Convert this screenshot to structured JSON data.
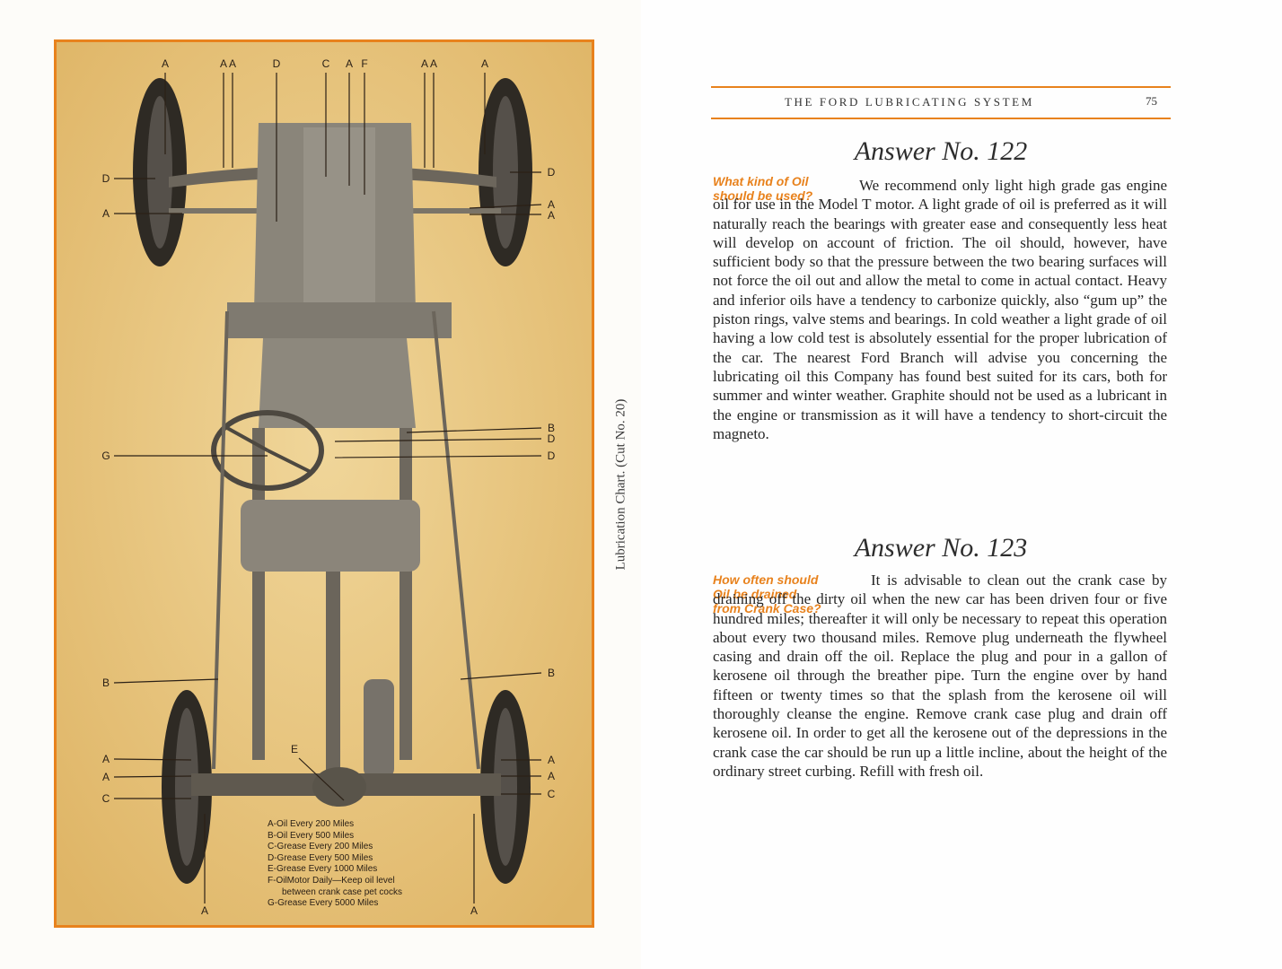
{
  "left_page": {
    "chart": {
      "top_labels": [
        "A",
        "A A",
        "D",
        "C",
        "A",
        "F",
        "A A",
        "A"
      ],
      "left_labels": [
        "D",
        "A",
        "G",
        "B",
        "A",
        "A",
        "C"
      ],
      "right_labels": [
        "D",
        "A",
        "A",
        "B",
        "D",
        "D",
        "B",
        "A",
        "A",
        "C"
      ],
      "bottom_labels": [
        "A",
        "A"
      ],
      "callout_E": "E",
      "legend": [
        "A-Oil Every 200 Miles",
        "B-Oil Every 500 Miles",
        "C-Grease Every 200 Miles",
        "D-Grease Every 500 Miles",
        "E-Grease Every 1000 Miles",
        "F-OilMotor Daily—Keep oil level",
        "between crank case pet cocks",
        "G-Grease Every 5000 Miles"
      ]
    },
    "side_caption": "Lubrication Chart.   (Cut No. 20)"
  },
  "right_page": {
    "running_head": "THE FORD LUBRICATING SYSTEM",
    "page_number": "75",
    "answers": [
      {
        "title": "Answer No. 122",
        "side_question": [
          "What kind of Oil",
          "should be used?"
        ],
        "text": "We recommend only light high grade gas engine oil for use in the Model T motor.  A light grade of oil is preferred as it will naturally reach the bearings with greater ease and consequently less heat will develop on account of friction.  The oil should, however, have sufficient body so that the pressure between the two bearing surfaces will not force the oil out and allow the metal to come in actual contact.  Heavy and inferior oils have a tendency to carbonize quickly, also “gum up” the piston rings, valve stems and bearings.  In cold weather a light grade of oil having a low cold test is absolutely essential for the proper lubrication of the car.  The nearest Ford Branch will advise you concerning the lubricating oil this Company has found best suited for its cars, both for summer and winter weather.  Graphite should not be used as a lubricant in the engine or transmission as it will have a tendency to short-circuit the magneto."
      },
      {
        "title": "Answer No. 123",
        "side_question": [
          "How often should",
          "Oil be drained",
          "from Crank Case?"
        ],
        "text": "It is advisable to clean out the crank case by draining off the dirty oil when the new car has been driven four or five hundred miles; thereafter it will only be necessary to repeat this operation about every two thousand miles.  Remove plug underneath the flywheel casing and drain off the oil.  Replace the plug and pour in a gallon of kerosene oil through the breather pipe.  Turn the engine over by hand fifteen or twenty times so that the splash from the kerosene oil will thoroughly cleanse the engine.  Remove crank case plug and drain off kerosene oil.  In order to get all the kerosene out of the depressions in the crank case the car should be run up a little incline, about the height of the ordinary street curbing.  Refill with fresh oil."
      }
    ]
  }
}
